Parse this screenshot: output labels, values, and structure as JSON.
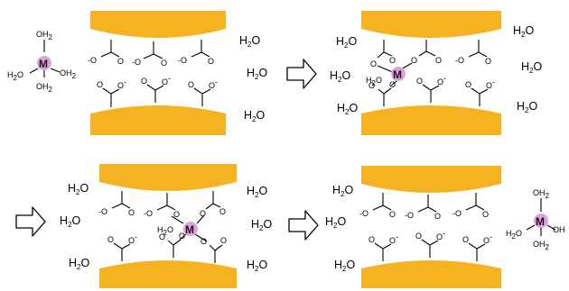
{
  "labels": {
    "water": "H",
    "water_sub": "2",
    "water_tail": "O",
    "oxygen": "O",
    "minus": "-",
    "metal": "M",
    "oh2_o": "OH",
    "oh2_sub": "2",
    "h2o_h": "H",
    "h2o_sub": "2",
    "h2o_o": "O"
  },
  "colors": {
    "surface": "#f5b322",
    "metal": "#d9a4d6"
  },
  "icons": {
    "arrow": "hollow-block-arrow"
  }
}
